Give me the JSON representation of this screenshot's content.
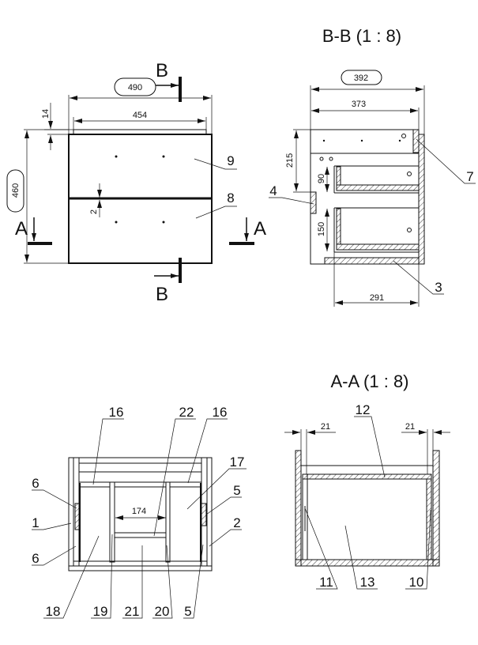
{
  "front_view": {
    "section_letter_b": "B",
    "section_letter_a": "A",
    "dims": {
      "overall_width": "490",
      "top_width": "454",
      "top_thickness": "14",
      "height": "460",
      "gap": "2"
    },
    "parts": {
      "top_drawer": "9",
      "bottom_drawer": "8"
    }
  },
  "section_bb": {
    "title": "B-B (1 : 8)",
    "dims": {
      "overall_depth": "392",
      "body_depth": "373",
      "upper_height": "215",
      "upper_drawer": "90",
      "lower_drawer": "150",
      "bottom_depth": "291"
    },
    "parts": {
      "back_strip": "7",
      "wall_rail": "4",
      "bottom_plate": "3"
    }
  },
  "top_view": {
    "dims": {
      "inner_width": "174"
    },
    "parts": {
      "p16a": "16",
      "p22": "22",
      "p16b": "16",
      "p17": "17",
      "p5a": "5",
      "p6a": "6",
      "p1": "1",
      "p2": "2",
      "p6b": "6",
      "p18": "18",
      "p19": "19",
      "p21": "21",
      "p20": "20",
      "p5b": "5"
    }
  },
  "section_aa": {
    "title": "A-A (1 : 8)",
    "dims": {
      "left_gap": "21",
      "right_gap": "21"
    },
    "parts": {
      "p12": "12",
      "p11": "11",
      "p13": "13",
      "p10": "10"
    }
  }
}
